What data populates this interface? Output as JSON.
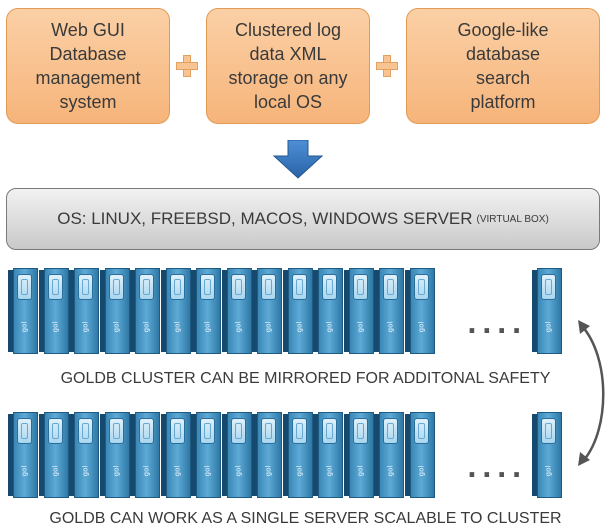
{
  "top_boxes": [
    {
      "line1": "Web GUI",
      "line2": "Database",
      "line3": "management",
      "line4": "system"
    },
    {
      "line1": "Clustered log",
      "line2": "data XML",
      "line3": "storage on any",
      "line4": "local OS"
    },
    {
      "line1": "Google-like",
      "line2": "database",
      "line3": "search",
      "line4": "platform"
    }
  ],
  "os_bar": {
    "text": "OS: LINUX, FREEBSD, MACOS, WINDOWS SERVER",
    "note": "(VIRTUAL BOX)"
  },
  "server_label": "gol",
  "ellipsis": "....",
  "caption_mirror": "GOLDB CLUSTER CAN BE MIRRORED FOR ADDITONAL SAFETY",
  "caption_single": "GOLDB CAN WORK AS A SINGLE SERVER SCALABLE TO CLUSTER",
  "colors": {
    "box_fill": "#f6b47a",
    "box_border": "#e39a55",
    "arrow": "#2f6fb6",
    "server": "#3a86b5",
    "os_bar": "#d9d9d9"
  }
}
